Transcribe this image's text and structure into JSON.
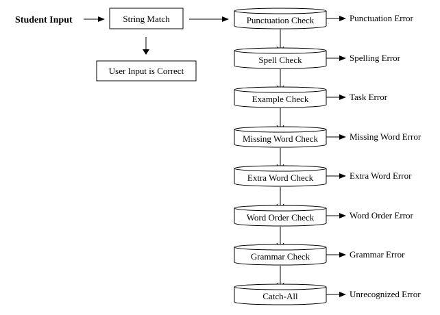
{
  "student_input": "Student Input",
  "string_match": "String Match",
  "user_input_correct": "User Input is Correct",
  "checks": [
    {
      "label": "Punctuation Check",
      "error": "Punctuation Error"
    },
    {
      "label": "Spell Check",
      "error": "Spelling Error"
    },
    {
      "label": "Example Check",
      "error": "Task Error"
    },
    {
      "label": "Missing Word Check",
      "error": "Missing Word Error"
    },
    {
      "label": "Extra Word Check",
      "error": "Extra Word Error"
    },
    {
      "label": "Word Order Check",
      "error": "Word Order Error"
    },
    {
      "label": "Grammar Check",
      "error": "Grammar Error"
    },
    {
      "label": "Catch-All",
      "error": "Unrecognized Error"
    }
  ]
}
